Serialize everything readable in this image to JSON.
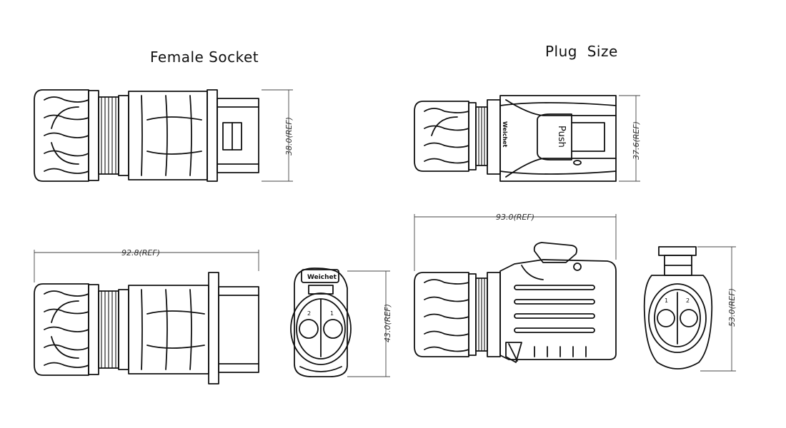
{
  "titles": {
    "female": "Female Socket",
    "plug": "Plug  Size"
  },
  "dimensions": {
    "female_height": "38.0(REF)",
    "female_length": "92.8(REF)",
    "female_face": "43.0(REF)",
    "plug_height": "37.6(REF)",
    "plug_length": "93.0(REF)",
    "plug_face": "53.0(REF)"
  },
  "markings": {
    "push": "Push",
    "brand": "Weichet",
    "pin1": "1",
    "pin2": "2"
  }
}
